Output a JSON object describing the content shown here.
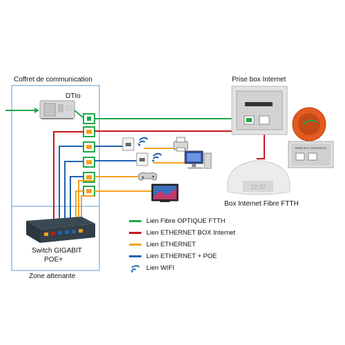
{
  "labels": {
    "coffret": "Coffret de communication",
    "dtio": "DTIo",
    "prise": "Prise box Internet",
    "box": "Box Internet Fibre FTTH",
    "switch_line1": "Switch GIGABIT",
    "switch_line2": "POE+",
    "zone": "Zone attenante",
    "box_display": "12:37",
    "prise_panel": "PRISE BOX OPERATEUR"
  },
  "legend": [
    {
      "label": "Lien Fibre OPTIQUE  FTTH",
      "color": "#1fa84a",
      "kind": "line"
    },
    {
      "label": "Lien ETHERNET BOX Internet",
      "color": "#c8161d",
      "kind": "line"
    },
    {
      "label": "Lien ETHERNET",
      "color": "#f4a11f",
      "kind": "line"
    },
    {
      "label": "Lien ETHERNET + POE",
      "color": "#1e63b0",
      "kind": "line"
    },
    {
      "label": "Lien WIFI",
      "color": "#1e63b0",
      "kind": "wifi"
    }
  ],
  "colors": {
    "fiber": "#1fa84a",
    "box_ethernet": "#c8161d",
    "ethernet": "#f4a11f",
    "poe": "#1e63b0",
    "frame": "#5a9bd5"
  }
}
